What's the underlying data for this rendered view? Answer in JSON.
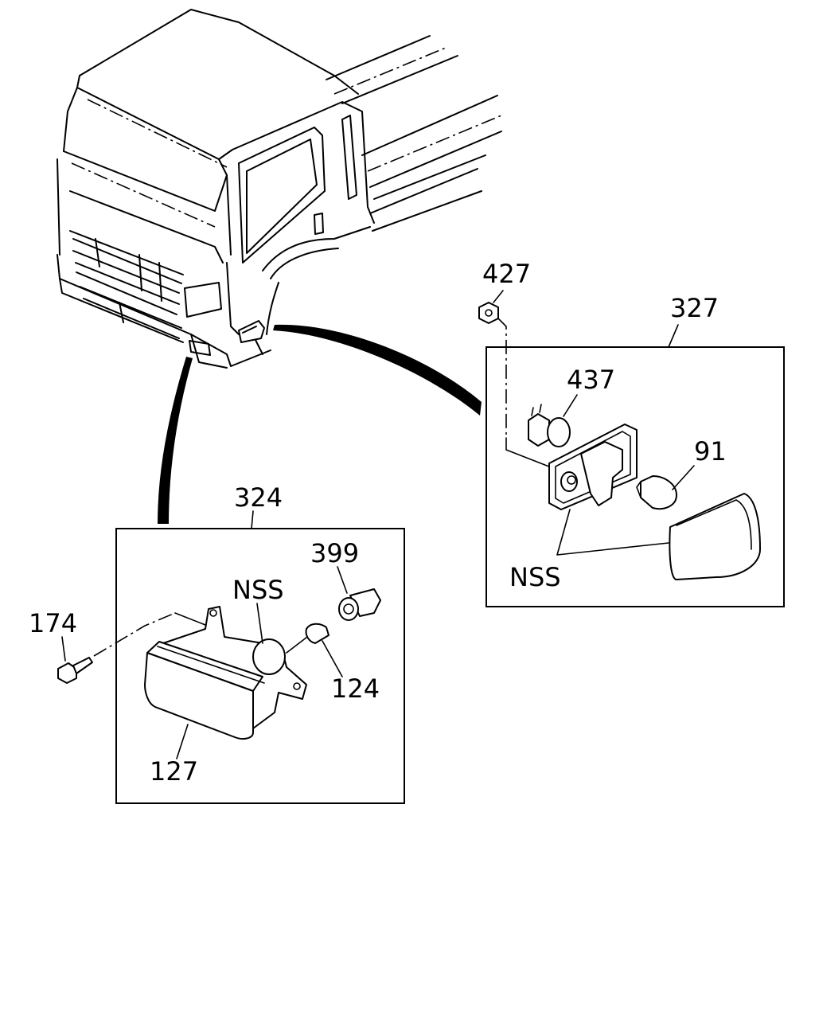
{
  "labels": {
    "callout_427": "427",
    "callout_327": "327",
    "callout_437": "437",
    "callout_91": "91",
    "callout_nss_side": "NSS",
    "callout_324": "324",
    "callout_399": "399",
    "callout_nss_fog": "NSS",
    "callout_174": "174",
    "callout_124": "124",
    "callout_127": "127"
  }
}
